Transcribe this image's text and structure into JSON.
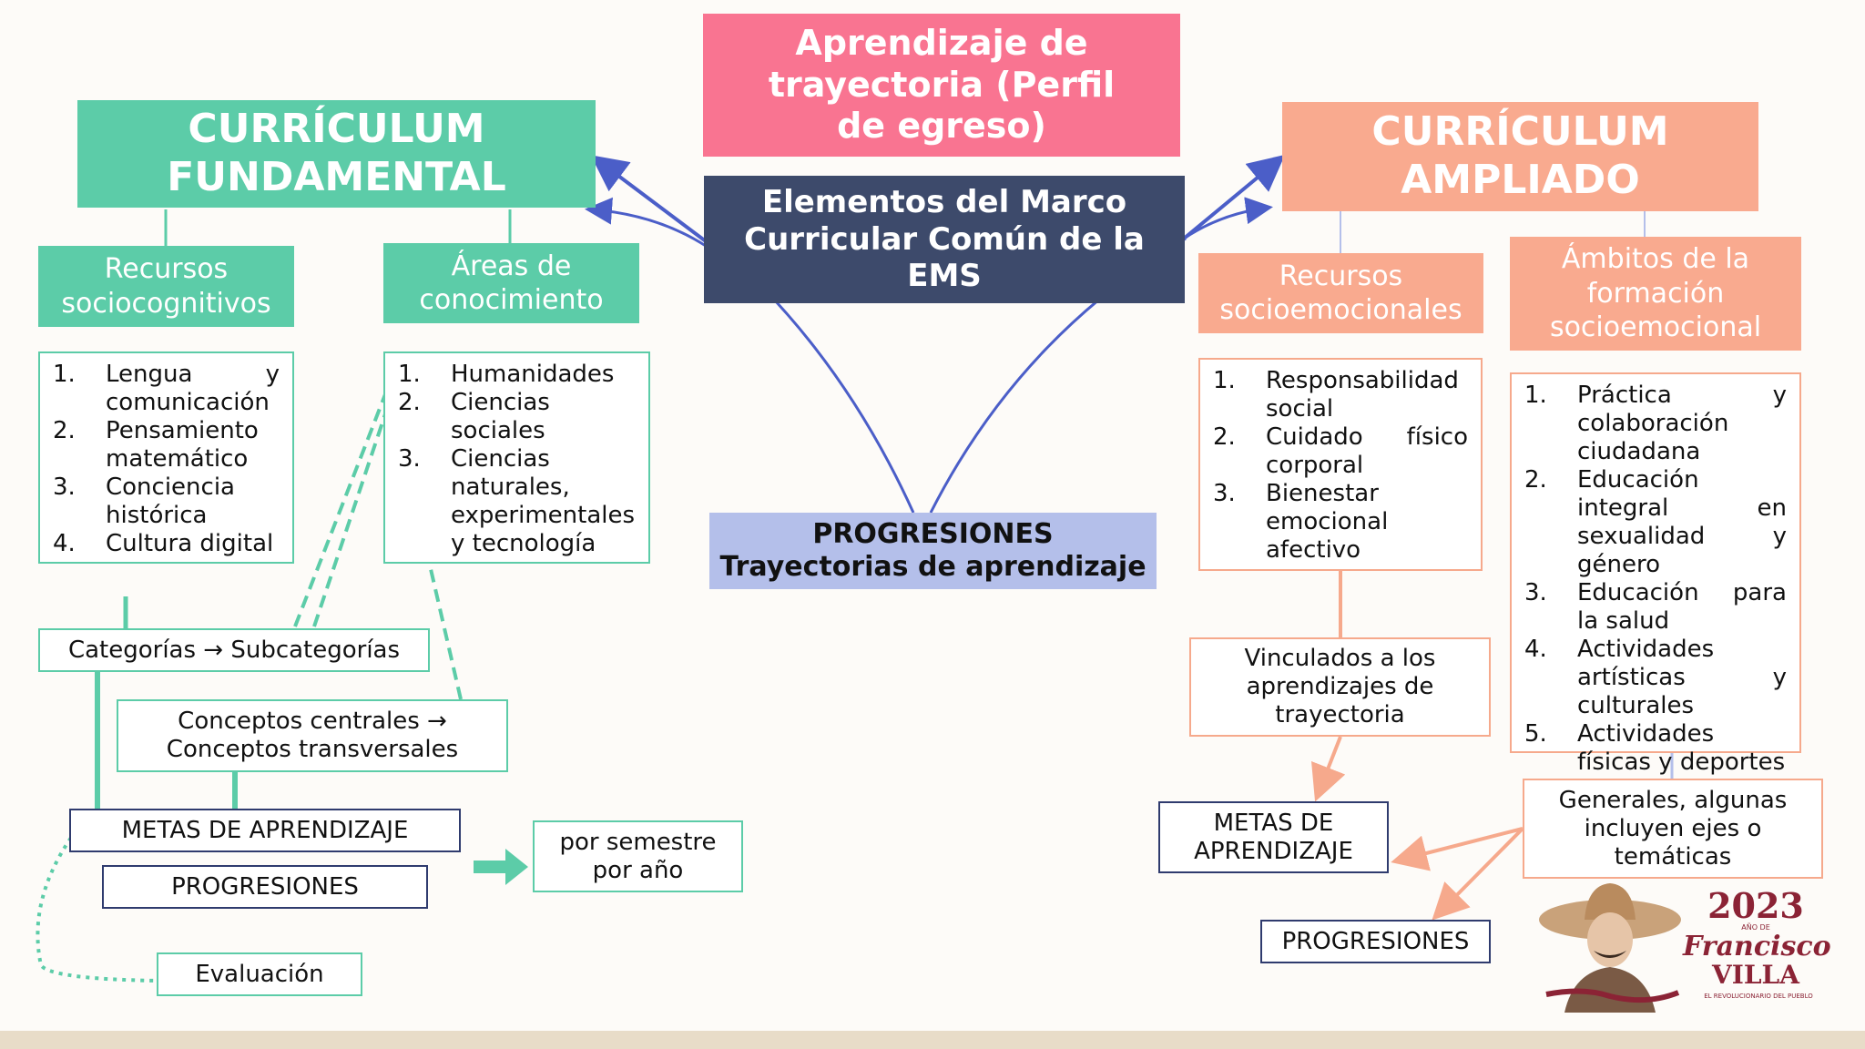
{
  "colors": {
    "teal": "#5ccca8",
    "salmon": "#f9aa8f",
    "pink": "#f97491",
    "navy": "#3d4a6b",
    "lavender": "#b4bfea",
    "arrow_blue": "#4b5ec8"
  },
  "top": {
    "title": "Aprendizaje de trayectoria (Perfil de egreso)"
  },
  "center": {
    "title": "Elementos del Marco Curricular Común de la EMS"
  },
  "progresiones_center": {
    "line1": "PROGRESIONES",
    "line2": "Trayectorias de aprendizaje"
  },
  "left": {
    "title": "CURRÍCULUM FUNDAMENTAL",
    "recursos": {
      "title": "Recursos sociocognitivos",
      "items": [
        {
          "n": "1.",
          "t": "Lengua y comunicación"
        },
        {
          "n": "2.",
          "t": "Pensamiento matemático"
        },
        {
          "n": "3.",
          "t": "Conciencia histórica"
        },
        {
          "n": "4.",
          "t": "Cultura digital"
        }
      ]
    },
    "areas": {
      "title": "Áreas de conocimiento",
      "items": [
        {
          "n": "1.",
          "t": "Humanidades"
        },
        {
          "n": "2.",
          "t": "Ciencias sociales"
        },
        {
          "n": "3.",
          "t": "Ciencias naturales, experimentales y tecnología"
        }
      ]
    },
    "categorias": "Categorías → Subcategorías",
    "conceptos": "Conceptos centrales → Conceptos transversales",
    "metas": "METAS DE APRENDIZAJE",
    "progresiones": "PROGRESIONES",
    "evaluacion": "Evaluación",
    "semestre": "por semestre por año"
  },
  "right": {
    "title": "CURRÍCULUM AMPLIADO",
    "recursos": {
      "title": "Recursos socioemocionales",
      "items": [
        {
          "n": "1.",
          "t": "Responsabilidad social"
        },
        {
          "n": "2.",
          "t": "Cuidado físico corporal"
        },
        {
          "n": "3.",
          "t": "Bienestar emocional afectivo"
        }
      ]
    },
    "ambitos": {
      "title": "Ámbitos de la formación socioemocional",
      "items": [
        {
          "n": "1.",
          "t": "Práctica y colaboración ciudadana"
        },
        {
          "n": "2.",
          "t": "Educación integral en sexualidad y género"
        },
        {
          "n": "3.",
          "t": "Educación para la salud"
        },
        {
          "n": "4.",
          "t": "Actividades artísticas y culturales"
        },
        {
          "n": "5.",
          "t": "Actividades físicas y deportes"
        }
      ]
    },
    "vinculados": "Vinculados a los aprendizajes de trayectoria",
    "generales": "Generales, algunas incluyen ejes o temáticas",
    "metas": "METAS DE APRENDIZAJE",
    "progresiones": "PROGRESIONES"
  },
  "logo": {
    "year": "2023",
    "line1": "AÑO DE",
    "name1": "Francisco",
    "name2": "VILLA",
    "tagline": "EL REVOLUCIONARIO DEL PUEBLO"
  }
}
